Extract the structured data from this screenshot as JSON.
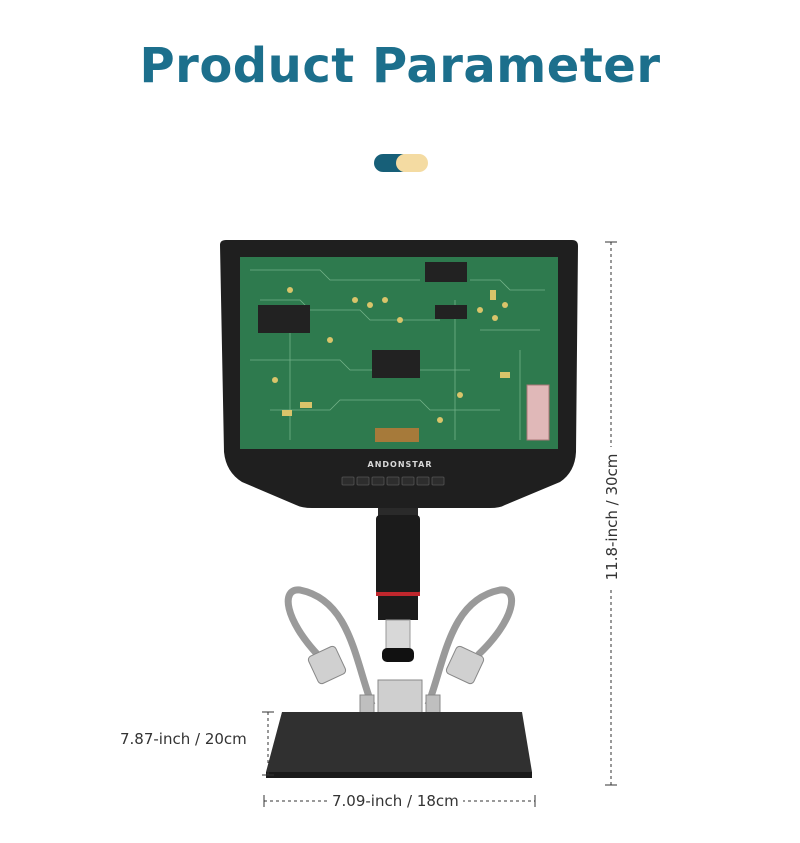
{
  "title": "Product Parameter",
  "brand": "ANDONSTAR",
  "dimensions": {
    "height_base": "7.87-inch / 20cm",
    "width_base": "7.09-inch / 18cm",
    "height_total": "11.8-inch / 30cm"
  },
  "colors": {
    "title": "#1c6f8c",
    "accent_dark": "#175f78",
    "accent_light": "#f4dba2",
    "pcb_green": "#2e7a4e"
  }
}
